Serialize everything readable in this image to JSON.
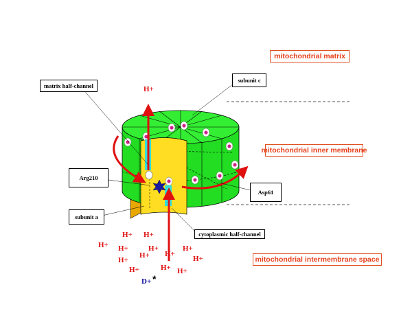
{
  "regions": {
    "matrix": "mitochondrial matrix",
    "inner_membrane": "mitochondrial inner membrane",
    "intermembrane": "mitochondrial intermembrane space"
  },
  "labels": {
    "subunit_c": "subunit c",
    "matrix_half_channel": "matrix half-channel",
    "arg210": "Arg210",
    "asp61": "Asp61",
    "subunit_a": "subunit a",
    "cytoplasmic_half_channel": "cytoplasmic half-channel"
  },
  "ions": {
    "proton": "H+",
    "deuteron": "D+",
    "asterisk": "*"
  },
  "colors": {
    "rotor_green": "#22dd22",
    "stator_yellow": "#ffdd22",
    "arrow_red": "#e01010",
    "channel_cyan": "#33dddd",
    "label_orange": "#e8401a"
  }
}
